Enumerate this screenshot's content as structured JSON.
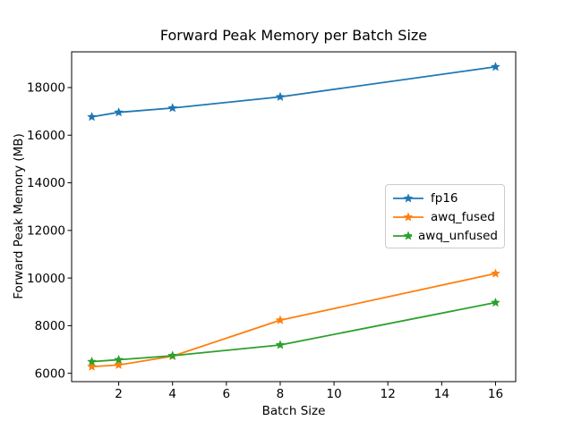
{
  "chart_data": {
    "type": "line",
    "title": "Forward Peak Memory per Batch Size",
    "xlabel": "Batch Size",
    "ylabel": "Forward Peak Memory (MB)",
    "x": [
      1,
      2,
      4,
      8,
      16
    ],
    "series": [
      {
        "name": "fp16",
        "color": "#1f77b4",
        "values": [
          16770,
          16960,
          17140,
          17610,
          18870
        ]
      },
      {
        "name": "awq_fused",
        "color": "#ff7f0e",
        "values": [
          6280,
          6350,
          6720,
          8230,
          10190
        ]
      },
      {
        "name": "awq_unfused",
        "color": "#2ca02c",
        "values": [
          6490,
          6570,
          6740,
          7190,
          8970
        ]
      }
    ],
    "marker": "star",
    "xlim": [
      0.25,
      16.75
    ],
    "ylim": [
      5650,
      19500
    ],
    "xticks": [
      2,
      4,
      6,
      8,
      10,
      12,
      14,
      16
    ],
    "yticks": [
      6000,
      8000,
      10000,
      12000,
      14000,
      16000,
      18000
    ],
    "grid": false,
    "legend_position": "center right",
    "axis_color": "#000000",
    "background_color": "#ffffff"
  }
}
